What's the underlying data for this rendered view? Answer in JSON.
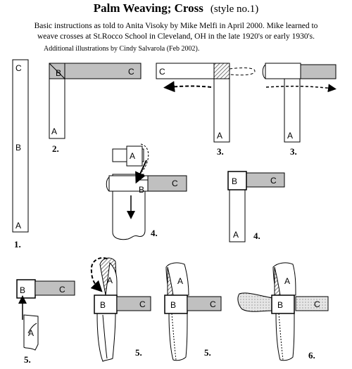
{
  "header": {
    "title": "Palm Weaving;  Cross",
    "style_note": "(style no.1)",
    "intro_line1": "Basic instructions as told to Anita Visoky by Mike Melfi in April 2000. Mike learned to",
    "intro_line2": "weave crosses at  St.Rocco School in Cleveland, OH in the late 1920's or early 1930's.",
    "credit": "Additional illustrations by Cindy Salvarola (Feb 2002)."
  },
  "labels": {
    "a": "A",
    "b": "B",
    "c": "C"
  },
  "steps": {
    "s1": "1.",
    "s2": "2.",
    "s3a": "3.",
    "s3b": "3.",
    "s4a": "4.",
    "s4b": "4.",
    "s5a": "5.",
    "s5b": "5.",
    "s5c": "5.",
    "s6": "6."
  },
  "colors": {
    "strip_white": "#ffffff",
    "strip_gray": "#c0c0c0",
    "outline": "#000000",
    "hatch": "#7a7a7a",
    "dots": "#d8d8d8"
  }
}
